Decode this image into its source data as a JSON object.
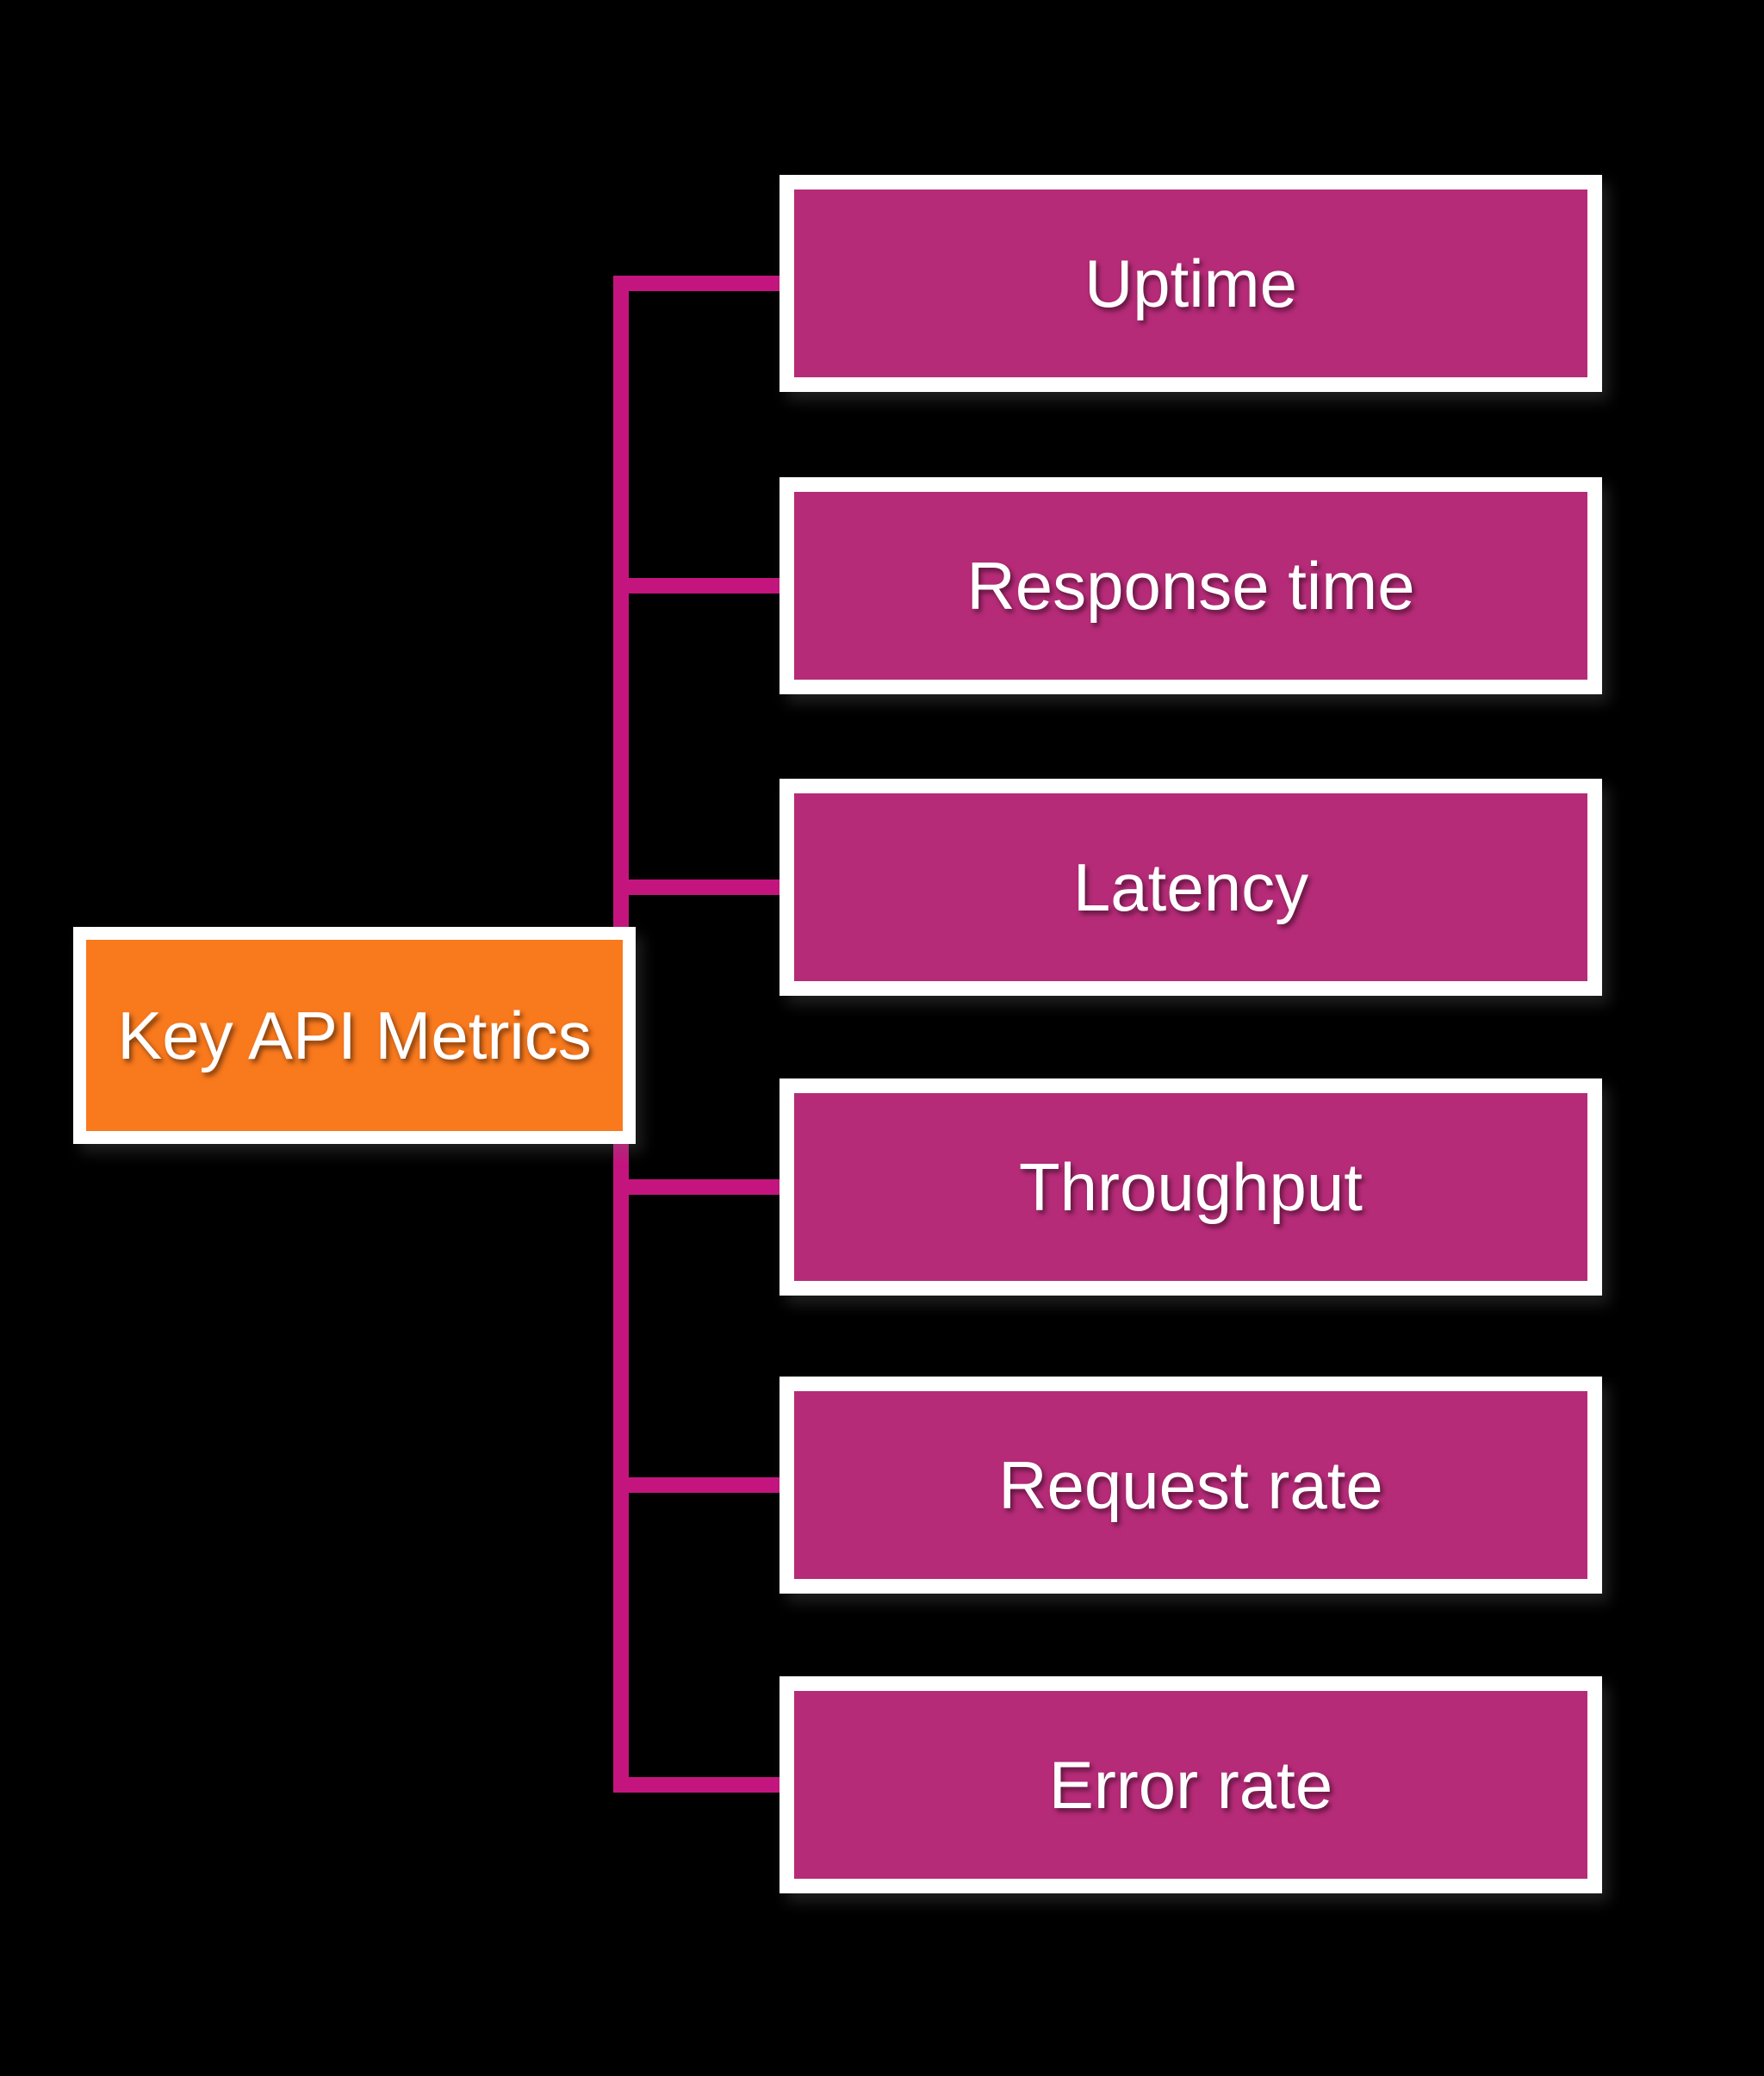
{
  "diagram": {
    "type": "tree",
    "root": {
      "label": "Key API Metrics"
    },
    "children": [
      {
        "label": "Uptime"
      },
      {
        "label": "Response time"
      },
      {
        "label": "Latency"
      },
      {
        "label": "Throughput"
      },
      {
        "label": "Request rate"
      },
      {
        "label": "Error rate"
      }
    ],
    "colors": {
      "background": "#000000",
      "root_fill": "#F9791D",
      "child_fill": "#B62B78",
      "connector": "#C4157E",
      "border": "#FFFFFF",
      "text": "#FFFFFF"
    }
  }
}
